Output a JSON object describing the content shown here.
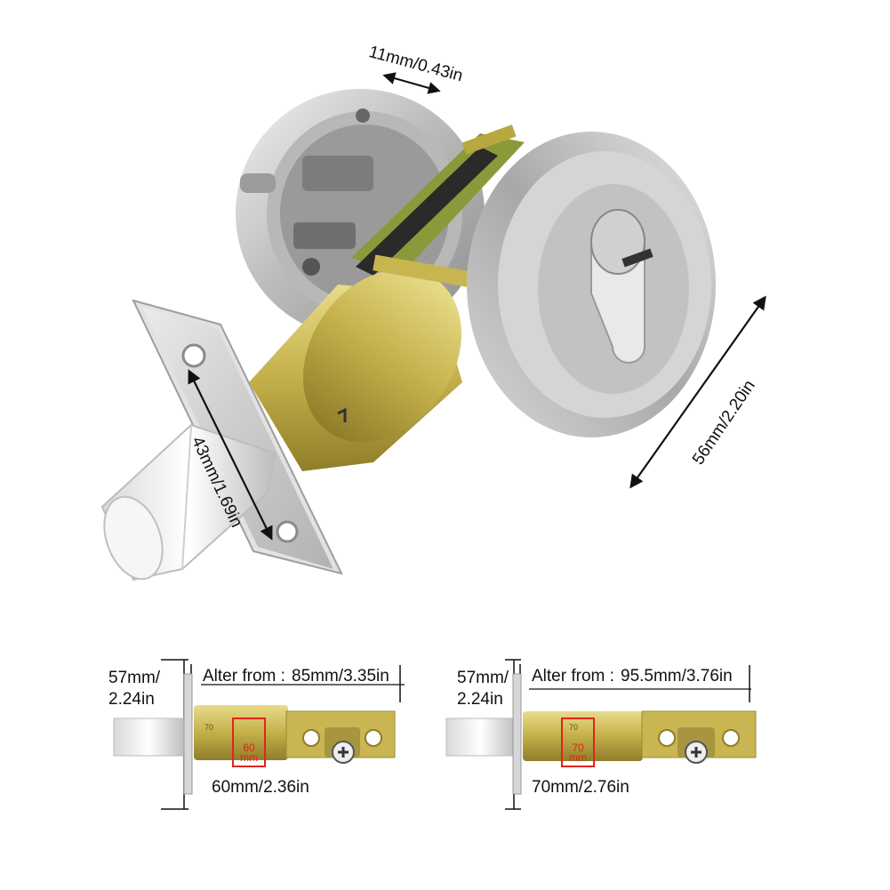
{
  "dimensions": {
    "backset_width": "11mm/0.43in",
    "rose_diameter": "56mm/2.20in",
    "faceplate_height": "43mm/1.69in"
  },
  "latch_left": {
    "height_line1": "57mm/",
    "height_line2": "2.24in",
    "alter_label": "Alter from :",
    "alter_value": "85mm/3.35in",
    "setting_top": "60",
    "setting_bottom": "mm",
    "backset": "60mm/2.36in",
    "scale_marks": "70"
  },
  "latch_right": {
    "height_line1": "57mm/",
    "height_line2": "2.24in",
    "alter_label": "Alter from :",
    "alter_value": "95.5mm/3.76in",
    "setting_top": "70",
    "setting_bottom": "mm",
    "backset": "70mm/2.76in",
    "scale_marks": "70"
  },
  "colors": {
    "nickel": "#c9c9c9",
    "brass": "#c9b24a",
    "highlight": "#e0251b"
  }
}
